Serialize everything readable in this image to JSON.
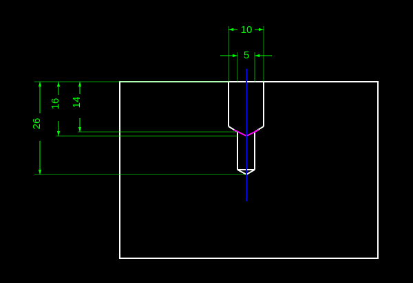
{
  "colors": {
    "background": "#000000",
    "outline": "#ffffff",
    "dimension": "#00ff00",
    "extension": "#00ff00",
    "centerline": "#0000ff",
    "highlight": "#ff00ff"
  },
  "dimensions": {
    "outer_diameter": "10",
    "inner_diameter": "5",
    "depth_total": "26",
    "depth_step": "16",
    "depth_counterbore": "14"
  }
}
